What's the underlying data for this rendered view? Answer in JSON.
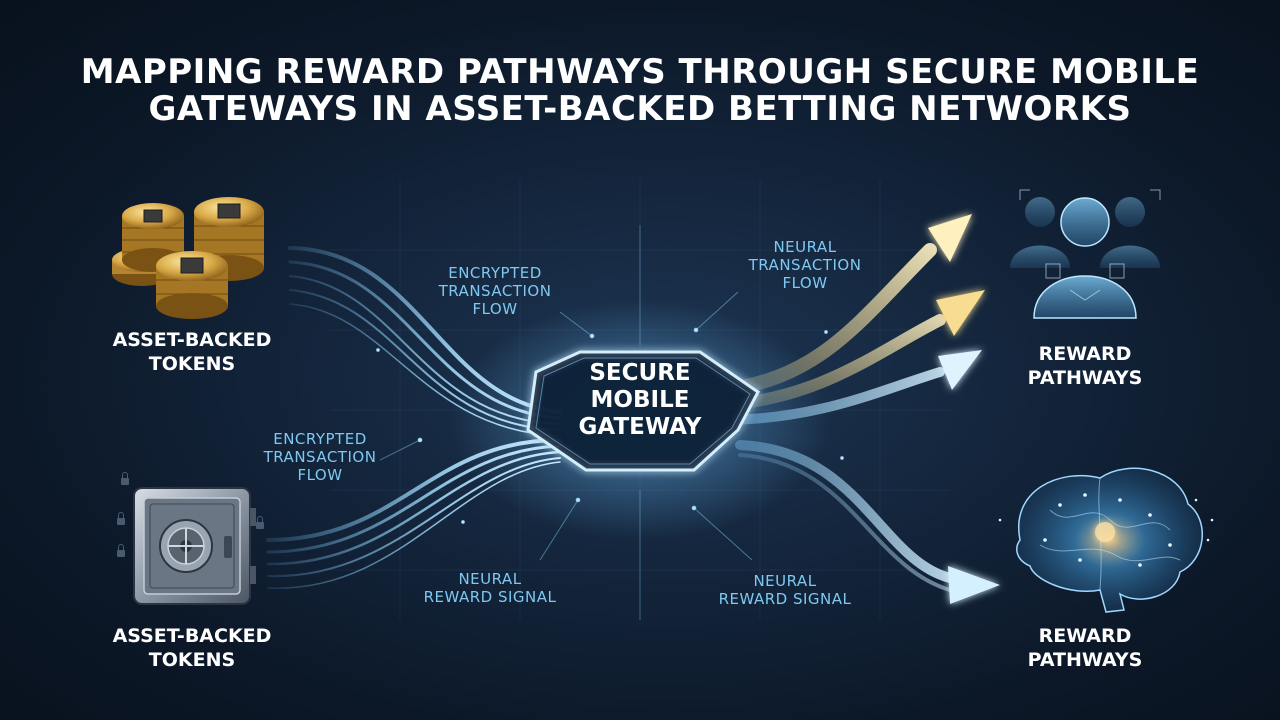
{
  "title": {
    "line1": "Mapping Reward Pathways Through Secure Mobile",
    "line2": "Gateways in Asset-Backed Betting Networks"
  },
  "nodes": {
    "tokens_top": {
      "line1": "Asset-Backed",
      "line2": "Tokens",
      "icon": "gold-coins-icon"
    },
    "tokens_bottom": {
      "line1": "Asset-Backed",
      "line2": "Tokens",
      "icon": "vault-safe-icon"
    },
    "gateway": {
      "line1": "Secure",
      "line2": "Mobile",
      "line3": "Gateway"
    },
    "rewards_top": {
      "line1": "Reward",
      "line2": "Pathways",
      "icon": "user-avatars-icon"
    },
    "rewards_bottom": {
      "line1": "Reward",
      "line2": "Pathways",
      "icon": "neural-brain-icon"
    }
  },
  "flow_labels": {
    "encrypted_top": {
      "line1": "Encrypted",
      "line2": "Transaction",
      "line3": "Flow"
    },
    "encrypted_left": {
      "line1": "Encrypted",
      "line2": "Transaction",
      "line3": "Flow"
    },
    "neural_top": {
      "line1": "Neural",
      "line2": "Transaction",
      "line3": "Flow"
    },
    "neural_bottom_left": {
      "line1": "Neural",
      "line2": "Reward Signal"
    },
    "neural_bottom_right": {
      "line1": "Neural",
      "line2": "Reward Signal"
    }
  },
  "colors": {
    "background": "#0c1828",
    "stream_blue": "#8fd4ff",
    "stream_gold": "#f2d27a",
    "label_blue": "#7fc8f2",
    "gateway_glow": "#6fc3ff"
  }
}
